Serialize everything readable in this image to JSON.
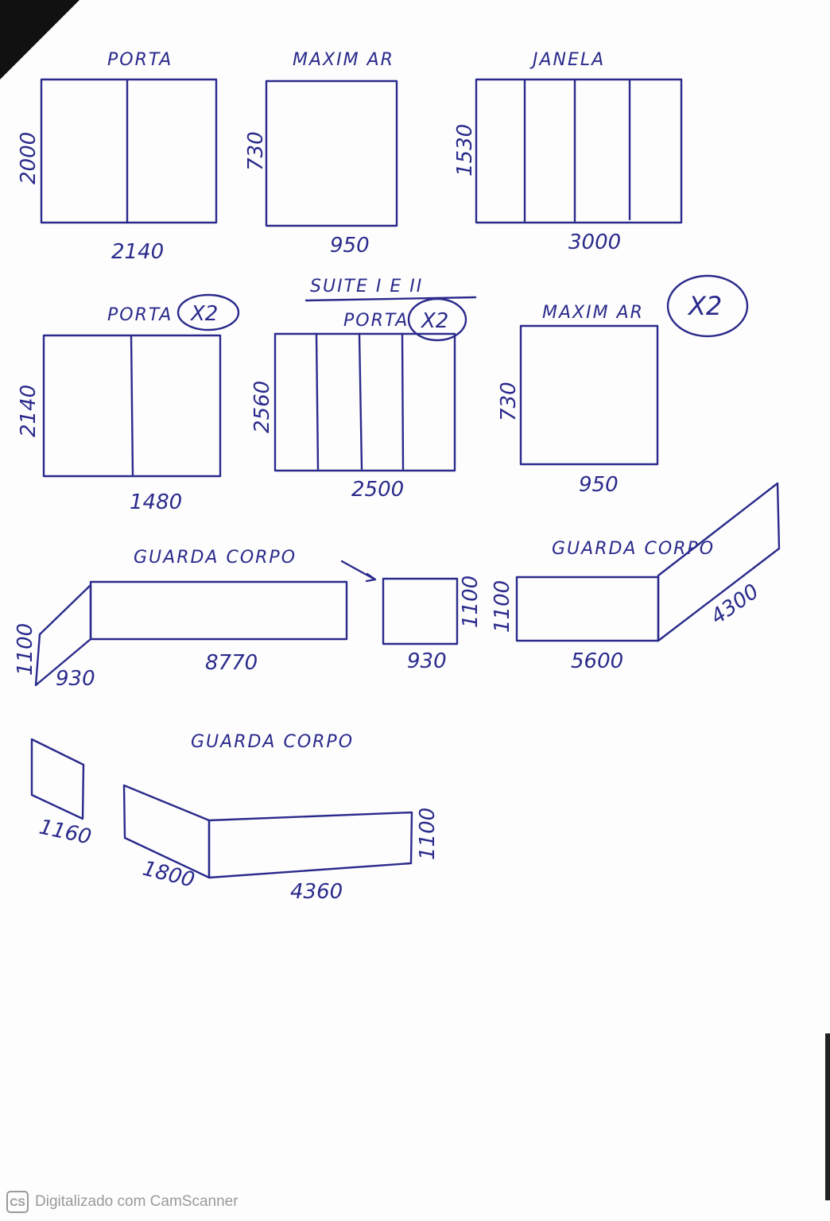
{
  "labels": {
    "porta": "PORTA",
    "maxim_ar": "MAXIM AR",
    "janela": "JANELA",
    "porta_x2": "PORTA",
    "suite": "SUITE I E II",
    "porta_suite": "PORTA",
    "maxim_ar_x2": "MAXIM AR",
    "guarda_corpo": "GUARDA CORPO",
    "x2": "X2"
  },
  "dimensions": {
    "d2000": "2000",
    "d2140": "2140",
    "d730": "730",
    "d950": "950",
    "d1530": "1530",
    "d3000": "3000",
    "d1480": "1480",
    "d2560": "2560",
    "d2500": "2500",
    "d1100": "1100",
    "d930": "930",
    "d8770": "8770",
    "d5600": "5600",
    "d4300": "4300",
    "d1160": "1160",
    "d1800": "1800",
    "d4360": "4360"
  },
  "footer": {
    "badge": "CS",
    "text": "Digitalizado com CamScanner"
  }
}
